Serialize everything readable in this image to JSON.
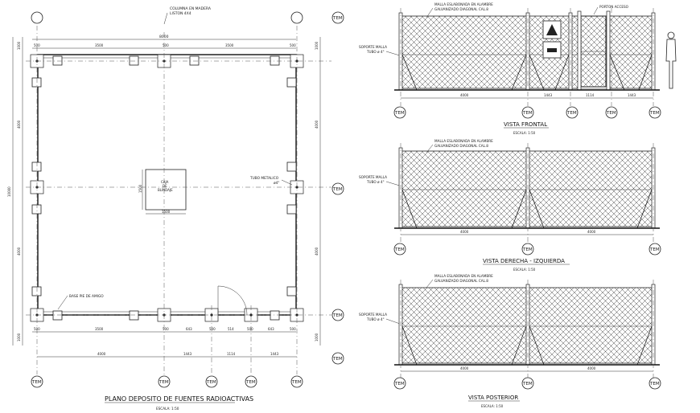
{
  "plan": {
    "note_column": "COLUMNA EN MADERA",
    "note_column_size": "LISTON 4X4",
    "dim_total": "8000",
    "dims_top": [
      "500",
      "3500",
      "500",
      "3500",
      "500"
    ],
    "dims_bottom": [
      "500",
      "3500",
      "500",
      "643",
      "500",
      "514",
      "500",
      "643",
      "500"
    ],
    "dims_axes": [
      "4000",
      "1443",
      "1114",
      "1443"
    ],
    "dims_left": [
      "1000",
      "4000",
      "4000",
      "1000"
    ],
    "dim_left_total": "10000",
    "box_label": [
      "CAJA",
      "DE",
      "BLINDAJE"
    ],
    "box_dim_h": "1500",
    "box_dim_v": "1500",
    "pipe_note": "TUBO METALICO",
    "pipe_size": "ø4\"",
    "base_note": "BASE PIE DE AMIGO",
    "axis_label": "TEM",
    "title": "PLANO DEPOSITO DE FUENTES RADIOACTIVAS",
    "scale": "ESCALA: 1:50"
  },
  "elevations": {
    "mesh_note": [
      "MALLA ESLABONADA EN ALAMBRE",
      "GALVANIZADO DIAGONAL CAL.8"
    ],
    "gate_note": "PORTON ACCESO",
    "support_note": [
      "SOPORTE MALLA",
      "TUBO ø 4\""
    ],
    "front_dims": [
      "4000",
      "1443",
      "1114",
      "1443"
    ],
    "side_dims": [
      "4000",
      "4000"
    ],
    "axis_label": "TEM",
    "front_title": "VISTA FRONTAL",
    "side_title": "VISTA DERECHA - IZQUIERDA",
    "back_title": "VISTA POSTERIOR",
    "scale": "ESCALA: 1:50"
  }
}
